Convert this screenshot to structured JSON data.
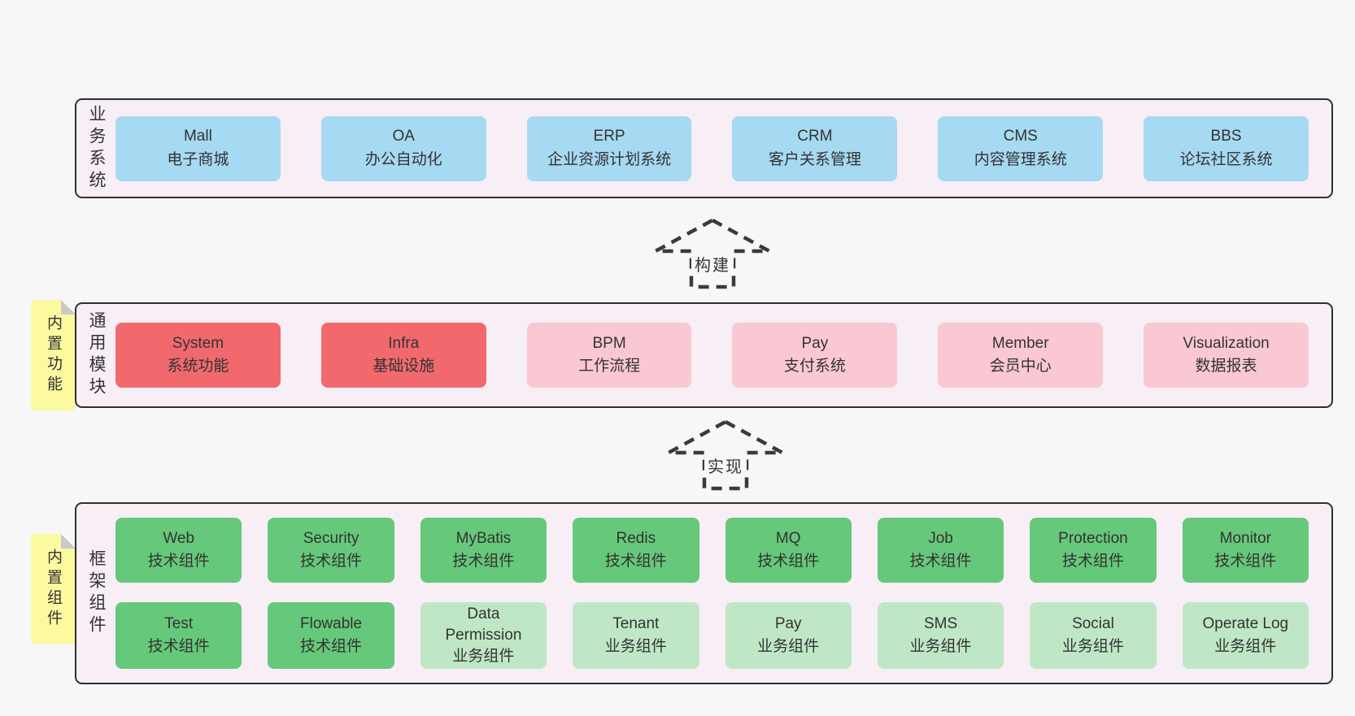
{
  "colors": {
    "page_bg": "#f7f7f7",
    "panel_bg": "#f8eef6",
    "panel_border": "#2f2f2f",
    "blue_box": "#a6d9f2",
    "red_box": "#f1696d",
    "pink_box": "#fac8d2",
    "green_box": "#66c87a",
    "light_green_box": "#bfe7c5",
    "sticky_note": "#fbfa9f",
    "note_fold": "#c9c9c9",
    "text": "#333333",
    "arrow": "#3a3a3a"
  },
  "layers": [
    {
      "id": "business-systems",
      "label": "业务系统",
      "boxes": [
        {
          "title": "Mall",
          "subtitle": "电子商城",
          "variant": "blue"
        },
        {
          "title": "OA",
          "subtitle": "办公自动化",
          "variant": "blue"
        },
        {
          "title": "ERP",
          "subtitle": "企业资源计划系统",
          "variant": "blue"
        },
        {
          "title": "CRM",
          "subtitle": "客户关系管理",
          "variant": "blue"
        },
        {
          "title": "CMS",
          "subtitle": "内容管理系统",
          "variant": "blue"
        },
        {
          "title": "BBS",
          "subtitle": "论坛社区系统",
          "variant": "blue"
        }
      ]
    },
    {
      "id": "common-modules",
      "label": "通用模块",
      "note": "内置功能",
      "boxes": [
        {
          "title": "System",
          "subtitle": "系统功能",
          "variant": "red"
        },
        {
          "title": "Infra",
          "subtitle": "基础设施",
          "variant": "red"
        },
        {
          "title": "BPM",
          "subtitle": "工作流程",
          "variant": "pink"
        },
        {
          "title": "Pay",
          "subtitle": "支付系统",
          "variant": "pink"
        },
        {
          "title": "Member",
          "subtitle": "会员中心",
          "variant": "pink"
        },
        {
          "title": "Visualization",
          "subtitle": "数据报表",
          "variant": "pink"
        }
      ]
    },
    {
      "id": "framework-components",
      "label": "框架组件",
      "note": "内置组件",
      "rows": [
        [
          {
            "title": "Web",
            "subtitle": "技术组件",
            "variant": "green"
          },
          {
            "title": "Security",
            "subtitle": "技术组件",
            "variant": "green"
          },
          {
            "title": "MyBatis",
            "subtitle": "技术组件",
            "variant": "green"
          },
          {
            "title": "Redis",
            "subtitle": "技术组件",
            "variant": "green"
          },
          {
            "title": "MQ",
            "subtitle": "技术组件",
            "variant": "green"
          },
          {
            "title": "Job",
            "subtitle": "技术组件",
            "variant": "green"
          },
          {
            "title": "Protection",
            "subtitle": "技术组件",
            "variant": "green"
          },
          {
            "title": "Monitor",
            "subtitle": "技术组件",
            "variant": "green"
          }
        ],
        [
          {
            "title": "Test",
            "subtitle": "技术组件",
            "variant": "green"
          },
          {
            "title": "Flowable",
            "subtitle": "技术组件",
            "variant": "green"
          },
          {
            "title": "Data Permission",
            "subtitle": "业务组件",
            "variant": "lightgreen"
          },
          {
            "title": "Tenant",
            "subtitle": "业务组件",
            "variant": "lightgreen"
          },
          {
            "title": "Pay",
            "subtitle": "业务组件",
            "variant": "lightgreen"
          },
          {
            "title": "SMS",
            "subtitle": "业务组件",
            "variant": "lightgreen"
          },
          {
            "title": "Social",
            "subtitle": "业务组件",
            "variant": "lightgreen"
          },
          {
            "title": "Operate Log",
            "subtitle": "业务组件",
            "variant": "lightgreen"
          }
        ]
      ]
    }
  ],
  "arrows": [
    {
      "label": "构建"
    },
    {
      "label": "实现"
    }
  ]
}
